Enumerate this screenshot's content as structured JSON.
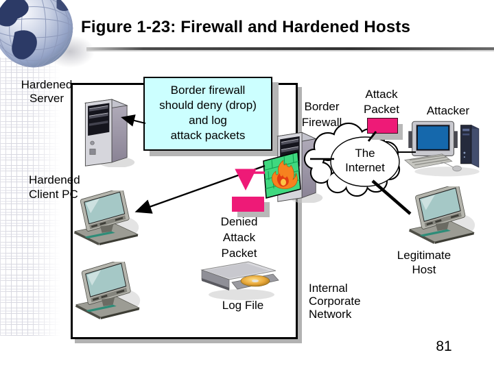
{
  "colors": {
    "packet-pink": "#ee1a77",
    "callout-bg": "#ccffff",
    "firewall-green": "#3fd87f",
    "flame-orange": "#f6821f",
    "screen-teal": "#a5c8c6",
    "screen-blue": "#1568ac"
  },
  "header": {
    "title": "Figure 1-23: Firewall and Hardened Hosts"
  },
  "footer": {
    "page_number": "81"
  },
  "diagram": {
    "callout": "Border firewall\nshould deny (drop)\nand log\nattack packets",
    "labels": {
      "hardened_server": "Hardened\nServer",
      "hardened_client_pc": "Hardened\nClient PC",
      "border_firewall": "Border\nFirewall",
      "attack_packet": "Attack\nPacket",
      "attacker": "Attacker",
      "the_internet": "The\nInternet",
      "denied_attack_packet": "Denied\nAttack\nPacket",
      "log_file": "Log File",
      "legitimate_host": "Legitimate\nHost",
      "internal_corporate_network": "Internal\nCorporate\nNetwork"
    }
  }
}
